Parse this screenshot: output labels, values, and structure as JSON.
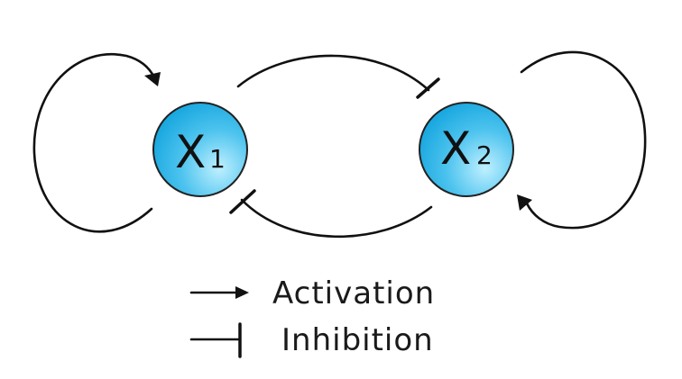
{
  "nodes": [
    {
      "id": "x1",
      "letter": "X",
      "subscript": "1"
    },
    {
      "id": "x2",
      "letter": "X",
      "subscript": "2"
    }
  ],
  "edges": [
    {
      "from": "x1",
      "to": "x1",
      "type": "activation"
    },
    {
      "from": "x2",
      "to": "x2",
      "type": "activation"
    },
    {
      "from": "x1",
      "to": "x2",
      "type": "inhibition"
    },
    {
      "from": "x2",
      "to": "x1",
      "type": "inhibition"
    }
  ],
  "legend": {
    "activation_label": "Activation",
    "inhibition_label": "Inhibition"
  },
  "colors": {
    "node_fill_light": "#7fd6f5",
    "node_fill_dark": "#1aa8e0",
    "node_stroke": "#222222",
    "line": "#111111"
  }
}
